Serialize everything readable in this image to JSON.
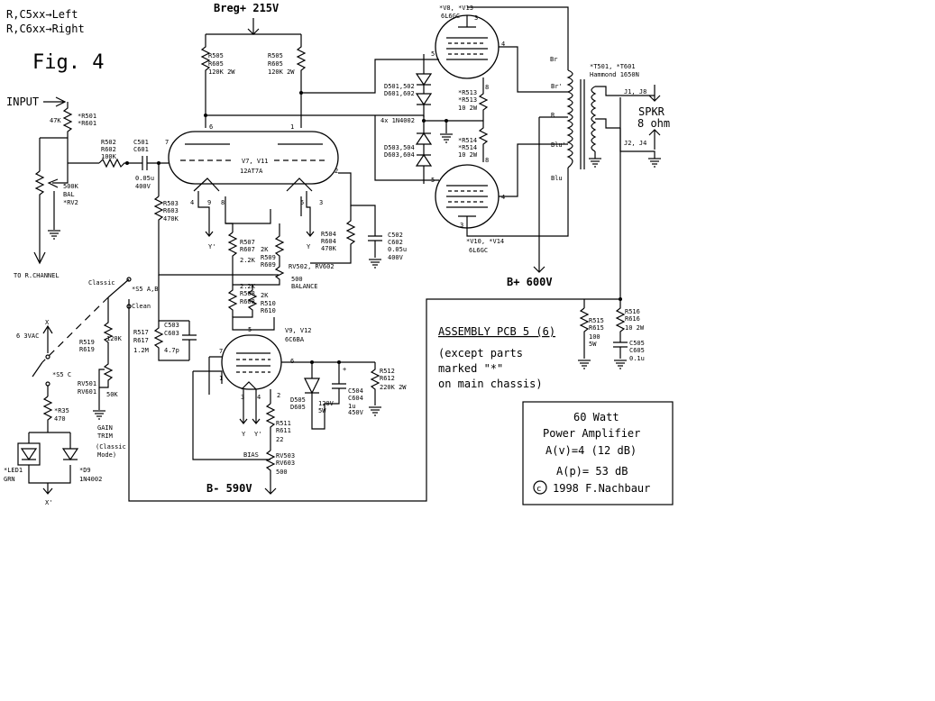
{
  "header": {
    "line1": "R,C5xx→Left",
    "line2": "R,C6xx→Right",
    "fig": "Fig. 4"
  },
  "rails": {
    "breg": "Breg+ 215V",
    "bplus": "B+ 600V",
    "bminus": "B- 590V"
  },
  "input": {
    "label": "INPUT",
    "r501": [
      "47K",
      "*R501",
      "*R601"
    ],
    "r502": [
      "R502",
      "R602",
      "100K"
    ],
    "c501": [
      "C501",
      "C601"
    ],
    "c501v": [
      "0.05u",
      "400V"
    ],
    "pot": [
      "500K",
      "BAL",
      "*RV2"
    ],
    "to_r": "TO R.CHANNEL"
  },
  "driver": {
    "r505a": [
      "R505",
      "R605",
      "120K 2W"
    ],
    "r505b": [
      "R505",
      "R605",
      "120K 2W"
    ],
    "tube": [
      "V7, V11",
      "12AT7A"
    ],
    "r503": [
      "R503",
      "R603",
      "470K"
    ],
    "r504": [
      "R504",
      "R604",
      "470K"
    ],
    "c502": [
      "C502",
      "C602",
      "0.05u",
      "400V"
    ],
    "r507": [
      "R507",
      "R607",
      "2.2K"
    ],
    "r509": [
      "2K",
      "R509",
      "R609"
    ],
    "rv502": [
      "RV502, RV602",
      "500",
      "BALANCE"
    ],
    "r508": [
      "2.2K",
      "R508",
      "R608"
    ],
    "r510": [
      "2K",
      "R510",
      "R610"
    ],
    "pins": [
      "7",
      "6",
      "1",
      "2",
      "4",
      "9",
      "8",
      "5",
      "3"
    ],
    "y": "Y",
    "yp": "Y'"
  },
  "switch": {
    "classic": "Classic",
    "s5ab": "*S5 A,B",
    "clean": "Clean",
    "x": "X",
    "s5c": "*S5 C",
    "sw6": "6 3VAC",
    "xp": "X'",
    "r519": [
      "R519",
      "R619"
    ],
    "r519v": "120K",
    "rv501": [
      "RV501",
      "RV601"
    ],
    "rv501v": "50K",
    "gain": [
      "GAIN",
      "TRIM",
      "(Classic",
      "Mode)"
    ],
    "r517": [
      "R517",
      "R617",
      "1.2M"
    ],
    "c503": [
      "C503",
      "C603",
      "4.7p"
    ],
    "r35": [
      "*R35",
      "470"
    ],
    "led": [
      "*LED1",
      "GRN"
    ],
    "d9": [
      "*D9",
      "1N4002"
    ]
  },
  "bias": {
    "tube": [
      "V9, V12",
      "6C6BA"
    ],
    "pins": [
      "5",
      "7",
      "1",
      "3",
      "4",
      "2",
      "6"
    ],
    "r511": [
      "R511",
      "R611",
      "22"
    ],
    "rv503": [
      "BIAS",
      "RV503",
      "RV603",
      "500"
    ],
    "d505": [
      "D505",
      "D605"
    ],
    "zener": [
      "120V",
      "5W"
    ],
    "c504": [
      "+",
      "C504",
      "C604",
      "1u",
      "450V"
    ],
    "r512": [
      "R512",
      "R612",
      "220K 2W"
    ],
    "y": "Y",
    "yp": "Y'"
  },
  "output": {
    "v8": "*V8, *V13",
    "v8t": "6L6GC",
    "v10": "*V10, *V14",
    "v10t": "6L6GC",
    "pins_top": [
      "3",
      "5",
      "4",
      "8"
    ],
    "pins_bot": [
      "8",
      "5",
      "4",
      "3"
    ],
    "d501": [
      "D501,502",
      "D601,602"
    ],
    "d503": [
      "D503,504",
      "D603,604"
    ],
    "dtype": "4x 1N4002",
    "r513": [
      "*R513",
      "*R513",
      "10 2W"
    ],
    "r514": [
      "*R514",
      "*R514",
      "10 2W"
    ]
  },
  "transformer": {
    "label": [
      "*T501, *T601",
      "Hammond 1650N"
    ],
    "taps": [
      "Br",
      "Br'",
      "R",
      "Blu'",
      "Blu"
    ],
    "jacks": "J1, J8",
    "jacks2": "J2, J4",
    "spkr": [
      "SPKR",
      "8 ohm"
    ]
  },
  "pcb": {
    "r515": [
      "R515",
      "R615",
      "100",
      "5W"
    ],
    "r516": [
      "R516",
      "R616",
      "10 2W"
    ],
    "c505": [
      "C505",
      "C605",
      "0.1u"
    ],
    "assembly": "ASSEMBLY PCB 5 (6)",
    "note1": "(except parts",
    "note2": "marked \"*\"",
    "note3": "on main chassis)"
  },
  "titlebox": {
    "l1": "60 Watt",
    "l2": "Power Amplifier",
    "l3": "A(v)=4   (12 dB)",
    "l4": "A(p)= 53 dB",
    "l5": "1998 F.Nachbaur"
  }
}
